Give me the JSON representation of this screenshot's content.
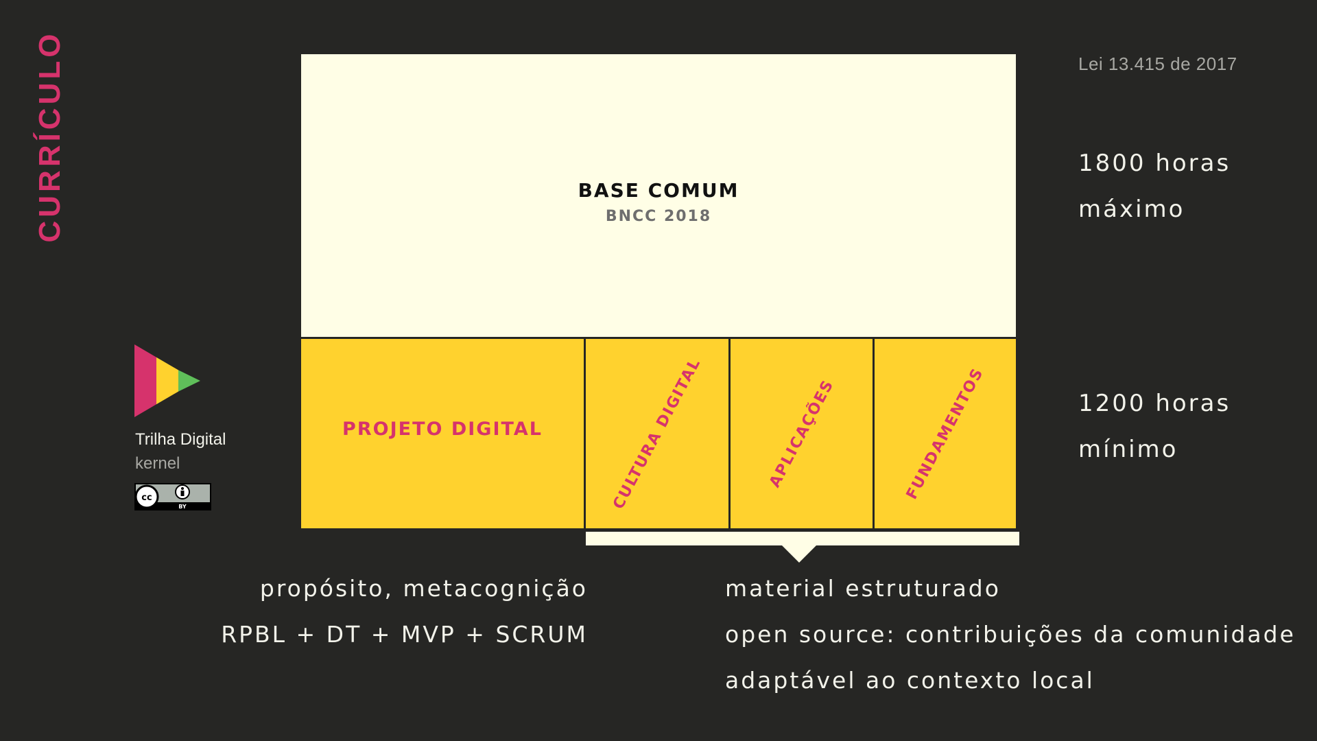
{
  "colors": {
    "background": "#262624",
    "accent_pink": "#d6336c",
    "cream": "#fffee6",
    "yellow": "#ffd22e",
    "divider": "#2b2a26",
    "text_light": "#f2f2ea",
    "text_gray": "#a8a8a3",
    "logo_green": "#5fbf5a"
  },
  "title": "CURRÍCULO",
  "base": {
    "title": "BASE COMUM",
    "subtitle": "BNCC 2018"
  },
  "blocks": [
    {
      "label": "PROJETO DIGITAL"
    },
    {
      "label": "CULTURA DIGITAL"
    },
    {
      "label": "APLICAÇÕES"
    },
    {
      "label": "FUNDAMENTOS"
    }
  ],
  "side": {
    "law": "Lei 13.415 de 2017",
    "max_hours": "1800 horas",
    "max_label": "máximo",
    "min_hours": "1200 horas",
    "min_label": "mínimo"
  },
  "notes_left": [
    "propósito, metacognição",
    "RPBL + DT + MVP + SCRUM"
  ],
  "notes_right": [
    "material estruturado",
    "open source: contribuições da comunidade",
    "adaptável ao contexto local"
  ],
  "brand": {
    "name": "Trilha Digital",
    "sub": "kernel",
    "logo_icon": "play-triangle-icon",
    "license_icon": "cc-by-icon",
    "license_text": "BY"
  }
}
